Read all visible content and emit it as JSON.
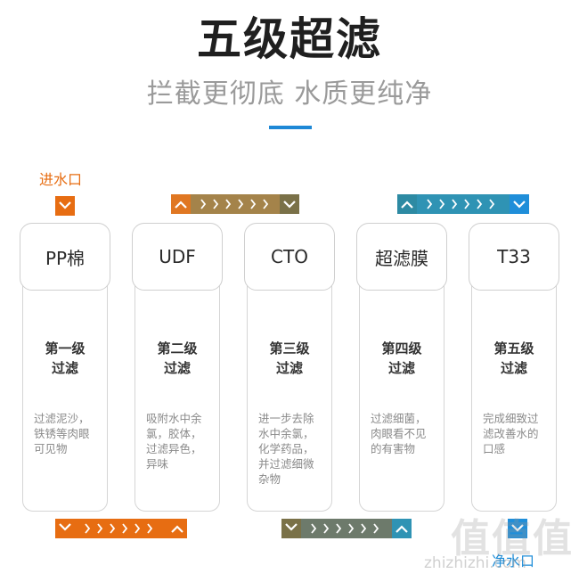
{
  "header": {
    "title": "五级超滤",
    "subtitle": "拦截更彻底 水质更纯净"
  },
  "ports": {
    "inlet": "进水口",
    "outlet": "净水口"
  },
  "filters": [
    {
      "name": "PP棉",
      "stage_line1": "第一级",
      "stage_line2": "过滤",
      "desc": [
        "过滤泥沙，",
        "铁锈等肉眼",
        "可见物"
      ]
    },
    {
      "name": "UDF",
      "stage_line1": "第二级",
      "stage_line2": "过滤",
      "desc": [
        "吸附水中余",
        "氯，胶体，",
        "过滤异色，",
        "异味"
      ]
    },
    {
      "name": "CTO",
      "stage_line1": "第三级",
      "stage_line2": "过滤",
      "desc": [
        "进一步去除",
        "水中余氯，",
        "化学药品，",
        "并过滤细微",
        "杂物"
      ]
    },
    {
      "name": "超滤膜",
      "stage_line1": "第四级",
      "stage_line2": "过滤",
      "desc": [
        "过滤细菌，",
        "肉眼看不见",
        "的有害物"
      ]
    },
    {
      "name": "T33",
      "stage_line1": "第五级",
      "stage_line2": "过滤",
      "desc": [
        "完成细致过",
        "滤改善水的",
        "口感"
      ]
    }
  ],
  "watermark": {
    "logo": "值值值",
    "site": "zhizhizhi.com"
  },
  "colors": {
    "orange": "#e76d12",
    "brown": "#a4834a",
    "olive": "#7a7148",
    "teal": "#2f93b4",
    "blue": "#1f8ed9",
    "accent": "#1e88d6"
  }
}
